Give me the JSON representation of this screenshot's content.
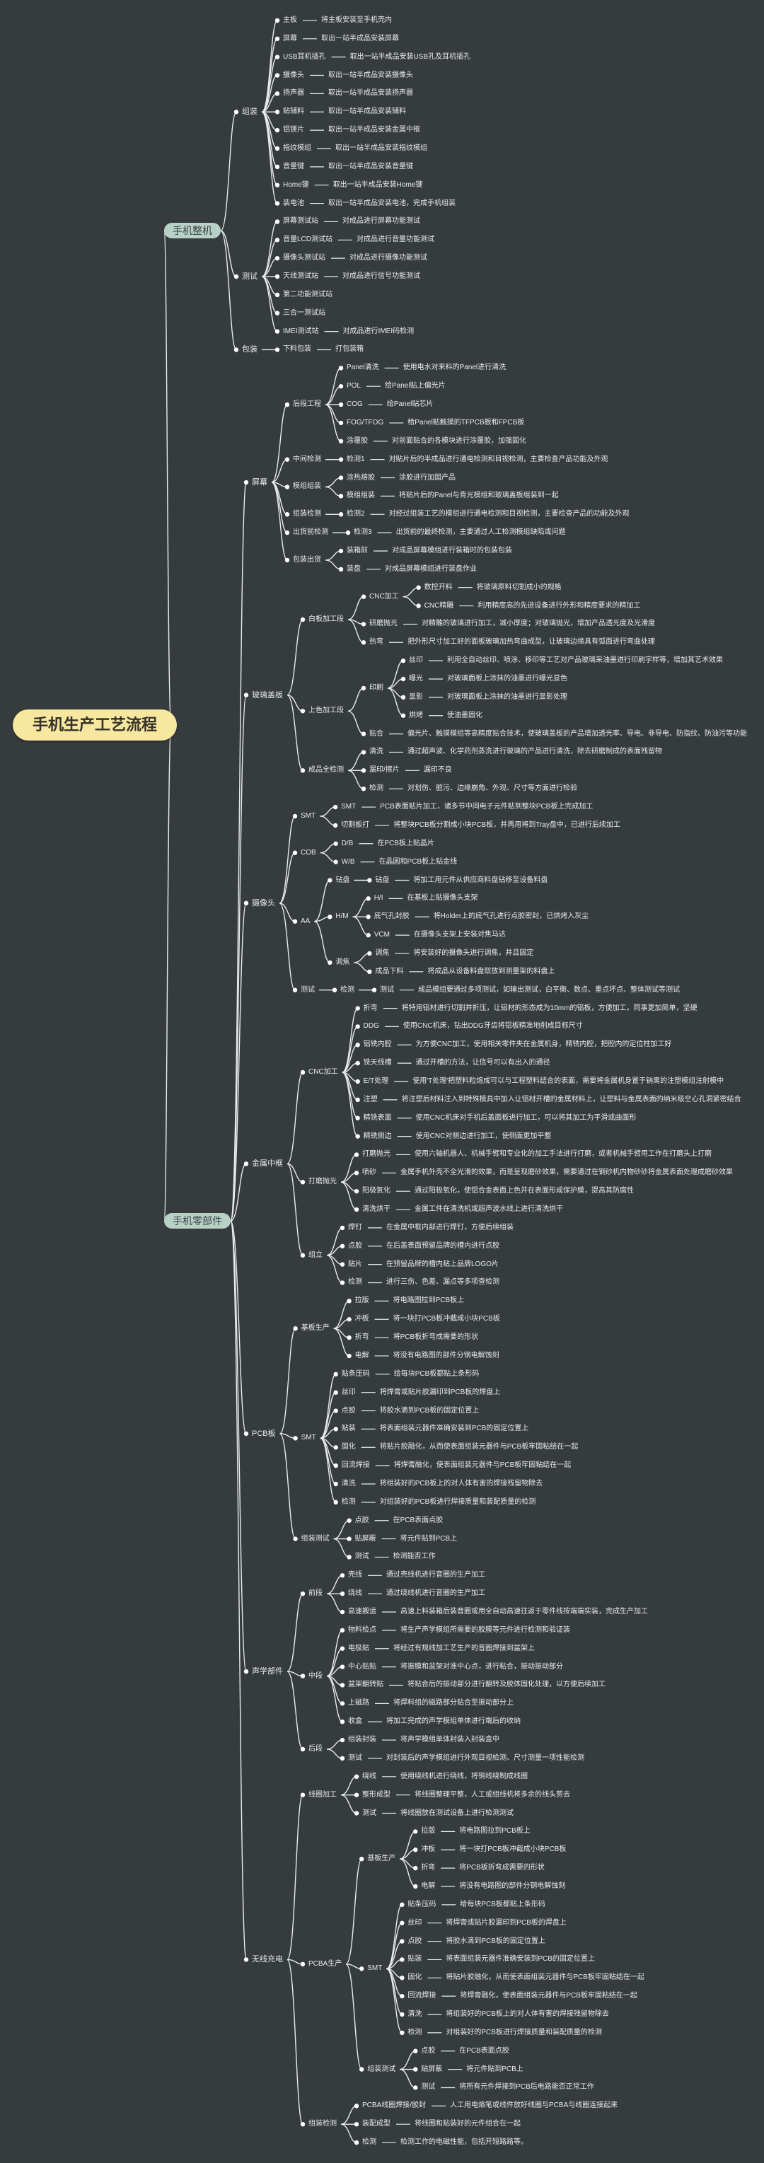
{
  "root": "手机生产工艺流程",
  "colors": {
    "background": "#363b3e",
    "root": "#f7e79f",
    "category": "#b8d1c7",
    "line": "#e8ecea"
  },
  "tree": [
    {
      "t": "手机整机",
      "c": [
        {
          "t": "组装",
          "c": [
            {
              "t": "主板",
              "d": "将主板安装至手机壳内"
            },
            {
              "t": "屏幕",
              "d": "取出一站半成品安装屏幕"
            },
            {
              "t": "USB耳机插孔",
              "d": "取出一站半成品安装USB孔及耳机插孔"
            },
            {
              "t": "摄像头",
              "d": "取出一站半成品安装摄像头"
            },
            {
              "t": "扬声器",
              "d": "取出一站半成品安装扬声器"
            },
            {
              "t": "贴辅料",
              "d": "取出一站半成品安装辅料"
            },
            {
              "t": "铝镁片",
              "d": "取出一站半成品安装金属中框"
            },
            {
              "t": "指纹模组",
              "d": "取出一站半成品安装指纹模组"
            },
            {
              "t": "音量键",
              "d": "取出一站半成品安装音量键"
            },
            {
              "t": "Home键",
              "d": "取出一站半成品安装Home键"
            },
            {
              "t": "装电池",
              "d": "取出一站半成品安装电池，完成手机组装"
            }
          ]
        },
        {
          "t": "测试",
          "c": [
            {
              "t": "屏幕测试站",
              "d": "对成品进行屏幕功能测试"
            },
            {
              "t": "音量LCD测试站",
              "d": "对成品进行音量功能测试"
            },
            {
              "t": "摄像头测试站",
              "d": "对成品进行摄像功能测试"
            },
            {
              "t": "天线测试站",
              "d": "对成品进行信号功能测试"
            },
            {
              "t": "第二功能测试站"
            },
            {
              "t": "三合一测试站"
            },
            {
              "t": "IMEI测试站",
              "d": "对成品进行IMEI码检测"
            }
          ]
        },
        {
          "t": "包装",
          "c": [
            {
              "t": "下料包装",
              "d": "打包装箱"
            }
          ]
        }
      ]
    },
    {
      "t": "手机零部件",
      "c": [
        {
          "t": "屏幕",
          "c": [
            {
              "t": "后段工程",
              "c": [
                {
                  "t": "Panel清洗",
                  "d": "使用电水对来料的Panel进行清洗"
                },
                {
                  "t": "POL",
                  "d": "给Panel贴上偏光片"
                },
                {
                  "t": "COG",
                  "d": "给Panel贴芯片"
                },
                {
                  "t": "FOG/TFOG",
                  "d": "给Panel贴触摸的TFPCB板和FPCB板"
                },
                {
                  "t": "涂覆胶",
                  "d": "对前面贴合的各模块进行涂覆胶，加强固化"
                }
              ]
            },
            {
              "t": "中间检测",
              "c": [
                {
                  "t": "检测1",
                  "d": "对贴片后的半成品进行通电检测和目视检测，主要检查产品功能及外观"
                }
              ]
            },
            {
              "t": "模组组装",
              "c": [
                {
                  "t": "涂热熔胶",
                  "d": "涂胶进行加固产品"
                },
                {
                  "t": "模组组装",
                  "d": "将贴片后的Panel与背光模组和玻璃盖板组装到一起"
                }
              ]
            },
            {
              "t": "组装检测",
              "c": [
                {
                  "t": "检测2",
                  "d": "对经过组装工艺的模组进行通电检测和目视检测，主要检查产品的功能及外观"
                }
              ]
            },
            {
              "t": "出货前检测",
              "c": [
                {
                  "t": "检测3",
                  "d": "出货前的最终检测，主要通过人工检测模组缺陷或问题"
                }
              ]
            },
            {
              "t": "包装出货",
              "c": [
                {
                  "t": "装箱前",
                  "d": "对成品屏幕模组进行装箱时的包装包装"
                },
                {
                  "t": "装盘",
                  "d": "对成品屏幕模组进行装盘作业"
                }
              ]
            }
          ]
        },
        {
          "t": "玻璃盖板",
          "c": [
            {
              "t": "白板加工段",
              "c": [
                {
                  "t": "CNC加工",
                  "c": [
                    {
                      "t": "数控开料",
                      "d": "将玻璃原料切割成小的规格"
                    },
                    {
                      "t": "CNC精雕",
                      "d": "利用精度高的先进设备进行外形和精度要求的精加工"
                    }
                  ]
                },
                {
                  "t": "研磨抛光",
                  "d": "对精雕的玻璃进行加工，减小厚度；对玻璃抛光，增加产品透光度及光滑度"
                },
                {
                  "t": "热弯",
                  "d": "把外形尺寸加工好的面板玻璃加热弯曲成型，让玻璃边缘具有弧面进行弯曲处理"
                }
              ]
            },
            {
              "t": "上色加工段",
              "c": [
                {
                  "t": "印刷",
                  "c": [
                    {
                      "t": "丝印",
                      "d": "利用全自动丝印、喷涂、移印等工艺对产品玻璃采油墨进行印刷字样等，增加其艺术效果"
                    },
                    {
                      "t": "曝光",
                      "d": "对玻璃面板上涂抹的油墨进行曝光显色"
                    },
                    {
                      "t": "显影",
                      "d": "对玻璃面板上涂抹的油墨进行显影处理"
                    },
                    {
                      "t": "烘烤",
                      "d": "使油墨固化"
                    }
                  ]
                },
                {
                  "t": "贴合",
                  "d": "偏光片、触摸模组等高精度贴合技术，使玻璃盖板的产品增加透光率、导电、非导电、防指纹、防油污等功能"
                }
              ]
            },
            {
              "t": "成品全检测",
              "c": [
                {
                  "t": "清洗",
                  "d": "通过超声波、化学药剂蒸洗进行玻璃的产品进行清洗，除去研磨制成的表面残留物"
                },
                {
                  "t": "漏印/擦片",
                  "d": "漏印不良"
                },
                {
                  "t": "检测",
                  "d": "对划伤、脏污、边缘崩角、外观、尺寸等方面进行检验"
                }
              ]
            }
          ]
        },
        {
          "t": "摄像头",
          "c": [
            {
              "t": "SMT",
              "c": [
                {
                  "t": "SMT",
                  "d": "PCB表面贴片加工，诸多节中间电子元件贴到整块PCB板上完成加工"
                },
                {
                  "t": "切割板打",
                  "d": "将整块PCB板分割成小块PCB板，并再用将到Tray盘中，已进行后续加工"
                }
              ]
            },
            {
              "t": "COB",
              "c": [
                {
                  "t": "D/B",
                  "d": "在PCB板上贴晶片"
                },
                {
                  "t": "W/B",
                  "d": "在晶圆和PCB板上贴金线"
                }
              ]
            },
            {
              "t": "AA",
              "c": [
                {
                  "t": "钻盘",
                  "c": [
                    {
                      "t": "钻盘",
                      "d": "将加工用元件从供应商料盘钻移至设备料盘"
                    }
                  ]
                },
                {
                  "t": "H/M",
                  "c": [
                    {
                      "t": "H/I",
                      "d": "在基板上贴摄像头支架"
                    },
                    {
                      "t": "底气孔封胶",
                      "d": "将Holder上的底气孔进行点胶密封，已烘烤入灰尘"
                    },
                    {
                      "t": "VCM",
                      "d": "在摄像头支架上安装对焦马达"
                    }
                  ]
                },
                {
                  "t": "调焦",
                  "c": [
                    {
                      "t": "调焦",
                      "d": "将安装好的摄像头进行调焦，并且固定"
                    },
                    {
                      "t": "成品下料",
                      "d": "将成品从设备料盘取放到测量架的料盘上"
                    }
                  ]
                }
              ]
            },
            {
              "t": "测试",
              "c": [
                {
                  "t": "检测",
                  "c": [
                    {
                      "t": "测试",
                      "d": "成品模组要通过多项测试，如输出测试，白平衡、数点、重点坏点、整体测试等测试"
                    }
                  ]
                }
              ]
            }
          ]
        },
        {
          "t": "金属中框",
          "c": [
            {
              "t": "CNC加工",
              "c": [
                {
                  "t": "折弯",
                  "d": "将特用铝材进行切割并折压，让铝材的形态成为10mm的铝板，方便加工，同事更加简单，坚硬"
                },
                {
                  "t": "DDG",
                  "d": "使用CNC机床，钻出DDG牙齿将铝板精准地削成目标尺寸"
                },
                {
                  "t": "铝铣内腔",
                  "d": "为方便CNC加工，使用相关零件夹在金属机身，精铣内腔，把腔内的定位柱加工好"
                },
                {
                  "t": "铣天线槽",
                  "d": "通过开槽的方法，让信号可以有出入的通径"
                },
                {
                  "t": "E/T处理",
                  "d": "使用'T处理'把塑料粒熔成可以与工程塑料结合的表面，需要将金属机身置于钠离的注塑模组注射模中"
                },
                {
                  "t": "注塑",
                  "d": "将注塑后材料注入到特殊模具中加入让铝材开槽的金属材料上，让塑料与金属表面的纳米级空心孔洞紧密结合"
                },
                {
                  "t": "精铣表面",
                  "d": "使用CNC机床对手机后盖面板进行加工，可以将其加工为平滑或曲面形"
                },
                {
                  "t": "精铣侧边",
                  "d": "使用CNC对侧边进行加工，使侧面更加平整"
                }
              ]
            },
            {
              "t": "打磨抛光",
              "c": [
                {
                  "t": "打磨抛光",
                  "d": "使用六轴机器人、机械手臂和专业化的加工手法进行打磨，或者机械手臂用工作在打磨头上打磨"
                },
                {
                  "t": "喷砂",
                  "d": "金属手机外壳不全光滑的效果，而是呈现磨砂效果，需要通过在钢砂机内物砂砂将金属表面处理成磨砂效果"
                },
                {
                  "t": "阳极氧化",
                  "d": "通过阳极氧化，使铝合金表面上色并在表面形成保护膜，提高其防腐性"
                },
                {
                  "t": "清洗烘干",
                  "d": "金属工件在清洗机或超声波水线上进行清洗烘干"
                }
              ]
            },
            {
              "t": "组立",
              "c": [
                {
                  "t": "焊钉",
                  "d": "在金属中框内部进行焊钉，方便后续组装"
                },
                {
                  "t": "点胶",
                  "d": "在后盖表面预留品牌的槽内进行点胶"
                },
                {
                  "t": "贴片",
                  "d": "在预留品牌的槽内贴上品牌LOGO片"
                },
                {
                  "t": "检测",
                  "d": "进行三伤、色差、漏点等多项查检测"
                }
              ]
            }
          ]
        },
        {
          "t": "PCB板",
          "c": [
            {
              "t": "基板生产",
              "c": [
                {
                  "t": "拉版",
                  "d": "将电路图拉到PCB板上"
                },
                {
                  "t": "冲板",
                  "d": "将一块打PCB板冲截成小块PCB板"
                },
                {
                  "t": "折弯",
                  "d": "将PCB板折弯成需要的形状"
                },
                {
                  "t": "电解",
                  "d": "将没有电路图的部件分钢电解蚀刻"
                }
              ]
            },
            {
              "t": "SMT",
              "c": [
                {
                  "t": "贴条压码",
                  "d": "给每块PCB板都贴上条形码"
                },
                {
                  "t": "丝印",
                  "d": "将焊膏或贴片胶漏印到PCB板的焊盘上"
                },
                {
                  "t": "点胶",
                  "d": "将胶水滴到PCB板的固定位置上"
                },
                {
                  "t": "贴装",
                  "d": "将表面组装元器件准确安装到PCB的固定位置上"
                },
                {
                  "t": "固化",
                  "d": "将贴片胶融化，从而使表面组装元器件与PCB板牢固粘结在一起"
                },
                {
                  "t": "回流焊接",
                  "d": "将焊膏融化，使表面组装元器件与PCB板牢固粘结在一起"
                },
                {
                  "t": "清洗",
                  "d": "将组装好的PCB板上的对人体有害的焊接残留物除去"
                },
                {
                  "t": "检测",
                  "d": "对组装好的PCB板进行焊接质量和装配质量的检测"
                }
              ]
            },
            {
              "t": "组装测试",
              "c": [
                {
                  "t": "点胶",
                  "d": "在PCB表面点胶"
                },
                {
                  "t": "贴屏蔽",
                  "d": "将元件贴到PCB上"
                },
                {
                  "t": "测试",
                  "d": "检测能否工作"
                }
              ]
            }
          ]
        },
        {
          "t": "声学部件",
          "c": [
            {
              "t": "前段",
              "c": [
                {
                  "t": "壳线",
                  "d": "通过壳线机进行音圈的生产加工"
                },
                {
                  "t": "绕线",
                  "d": "通过绕线机进行音圈的生产加工"
                },
                {
                  "t": "高速搬运",
                  "d": "高速上料装箱后装音圈或用全自动高速往返于零件线按端端实装，完成生产加工"
                }
              ]
            },
            {
              "t": "中段",
              "c": [
                {
                  "t": "物料检点",
                  "d": "将生产声学模组所需要的胶膜等元件进行检测和验证装"
                },
                {
                  "t": "电极贴",
                  "d": "将经过有规线加工艺生产的音圈焊接到盆架上"
                },
                {
                  "t": "中心贴贴",
                  "d": "将振膜和盆架对准中心点，进行粘合，振动振动部分"
                },
                {
                  "t": "盆架翻转贴",
                  "d": "将贴合后的振动部分进行翻转及胶体固化处理，以方便后续加工"
                },
                {
                  "t": "上磁路",
                  "d": "将焊料组的磁路部分贴合至振动部分上"
                },
                {
                  "t": "收盒",
                  "d": "将加工完成的声学模组单体进行端后的收纳"
                }
              ]
            },
            {
              "t": "后段",
              "c": [
                {
                  "t": "组装封装",
                  "d": "将声学模组单体封装入封装盒中"
                },
                {
                  "t": "测试",
                  "d": "对封装后的声学模组进行外观目视检测、尺寸测量一项性能检测"
                }
              ]
            }
          ]
        },
        {
          "t": "无线充电",
          "c": [
            {
              "t": "线圈加工",
              "c": [
                {
                  "t": "绕线",
                  "d": "使用绕线机进行绕线，将铜线绕制成线圈"
                },
                {
                  "t": "整形成型",
                  "d": "将线圈整理平整，人工或组线机将多余的线头剪去"
                },
                {
                  "t": "测试",
                  "d": "将线圈放在测试设备上进行检测测试"
                }
              ]
            },
            {
              "t": "PCBA生产",
              "c": [
                {
                  "t": "基板生产",
                  "c": [
                    {
                      "t": "拉版",
                      "d": "将电路图拉到PCB板上"
                    },
                    {
                      "t": "冲板",
                      "d": "将一块打PCB板冲截成小块PCB板"
                    },
                    {
                      "t": "折弯",
                      "d": "将PCB板折弯成需要的形状"
                    },
                    {
                      "t": "电解",
                      "d": "将没有电路图的部件分钢电解蚀刻"
                    }
                  ]
                },
                {
                  "t": "SMT",
                  "c": [
                    {
                      "t": "贴条压码",
                      "d": "给每块PCB板都贴上条形码"
                    },
                    {
                      "t": "丝印",
                      "d": "将焊膏或贴片胶漏印到PCB板的焊盘上"
                    },
                    {
                      "t": "点胶",
                      "d": "将胶水滴到PCB板的固定位置上"
                    },
                    {
                      "t": "贴装",
                      "d": "将表面组装元器件准确安装到PCB的固定位置上"
                    },
                    {
                      "t": "固化",
                      "d": "将贴片胶融化，从而使表面组装元器件与PCB板牢固粘结在一起"
                    },
                    {
                      "t": "回流焊接",
                      "d": "将焊膏融化，使表面组装元器件与PCB板牢固粘结在一起"
                    },
                    {
                      "t": "清洗",
                      "d": "将组装好的PCB板上的对人体有害的焊接残留物除去"
                    },
                    {
                      "t": "检测",
                      "d": "对组装好的PCB板进行焊接质量和装配质量的检测"
                    }
                  ]
                },
                {
                  "t": "组装测试",
                  "c": [
                    {
                      "t": "点胶",
                      "d": "在PCB表面点胶"
                    },
                    {
                      "t": "贴屏蔽",
                      "d": "将元件贴到PCB上"
                    },
                    {
                      "t": "测试",
                      "d": "将所有元件焊接到PCB后电路能否正常工作"
                    }
                  ]
                }
              ]
            },
            {
              "t": "组装检测",
              "c": [
                {
                  "t": "PCBA线圈焊接/胶封",
                  "d": "人工用电烙笔或线件放好线圈与PCBA与线圈连接起来"
                },
                {
                  "t": "装配成型",
                  "d": "将线圈和贴装好的元件组合在一起"
                },
                {
                  "t": "检测",
                  "d": "检测工作的电磁性能，包括开短路路等。"
                }
              ]
            }
          ]
        }
      ]
    }
  ]
}
